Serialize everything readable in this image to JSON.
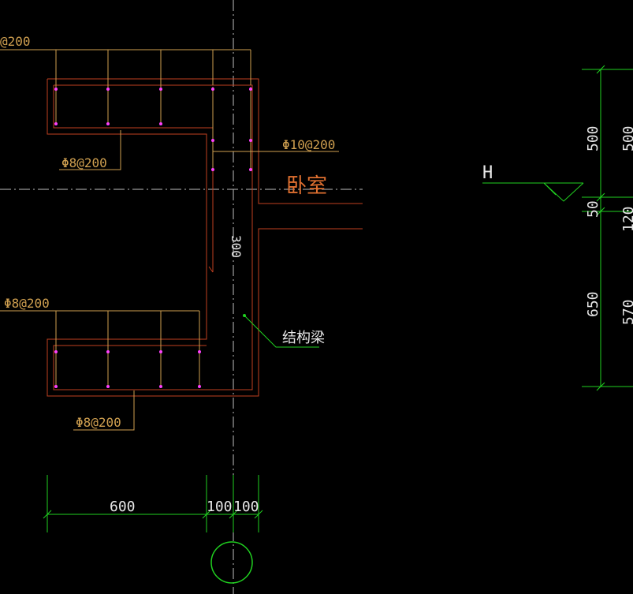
{
  "colors": {
    "background": "#000000",
    "rebar_stirrup": "#d0a050",
    "beam_outline": "#c04020",
    "rebar_dot": "#ff40ff",
    "dimension": "#20d020",
    "centerline": "#c0c0c0",
    "room_label": "#e07030",
    "white_text": "#e8e8e8"
  },
  "labels": {
    "top_stirrup_spec": "@200",
    "upper_distribution_spec": "Φ8@200",
    "vertical_leg_spec": "Φ10@200",
    "room_name": "卧室",
    "wall_thickness": "300",
    "lower_stirrup_spec": "Φ8@200",
    "structural_beam": "结构梁",
    "lower_distribution_spec": "Φ8@200",
    "level_marker": "H"
  },
  "dimensions": {
    "bottom": {
      "width_left": "600",
      "width_mid": "100",
      "width_right": "100"
    },
    "right_primary": [
      "500",
      "50",
      "650"
    ],
    "right_secondary": [
      "500",
      "120",
      "570"
    ]
  }
}
